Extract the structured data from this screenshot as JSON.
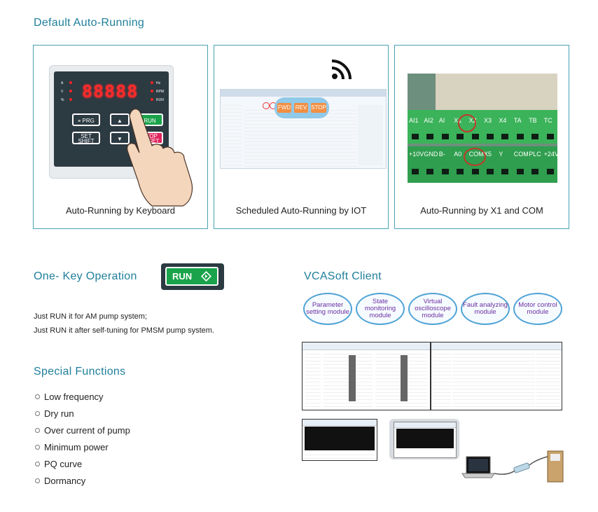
{
  "heading_auto": "Default Auto-Running",
  "panels": [
    {
      "caption": "Auto-Running by Keyboard"
    },
    {
      "caption": "Scheduled Auto-Running by IOT"
    },
    {
      "caption": "Auto-Running by X1 and COM"
    }
  ],
  "keypad": {
    "display": "88888",
    "ind_left": [
      "A",
      "V",
      "%"
    ],
    "ind_right": [
      "Hz",
      "RPM",
      "RUN"
    ],
    "prg": "PRG",
    "run": "RUN",
    "set_top": "SET",
    "set_bottom": "SHIFT",
    "stop_top": "STOP",
    "stop_bottom": "RESET"
  },
  "iot": {
    "buttons": [
      "FWD",
      "REV",
      "STOP"
    ]
  },
  "terminal": {
    "top_row": [
      "AI1",
      "AI2",
      "AI",
      "X1",
      "X2",
      "X3",
      "X4",
      "TA",
      "TB",
      "TC"
    ],
    "bottom_row": [
      "+10V",
      "GND",
      "B-",
      "A0",
      "COM",
      "X5",
      "Y",
      "COM",
      "PLC",
      "+24V"
    ]
  },
  "one_key": {
    "heading": "One- Key Operation",
    "run_label": "RUN",
    "line1": "Just RUN it for AM pump system;",
    "line2": "Just RUN it after self-tuning for PMSM pump system."
  },
  "special": {
    "heading": "Special Functions",
    "items": [
      "Low frequency",
      "Dry run",
      "Over current of pump",
      "Minimum power",
      "PQ curve",
      "Dormancy"
    ]
  },
  "vcasoft": {
    "heading": "VCASoft Client",
    "modules": [
      "Parameter setting module",
      "State monitoring module",
      "Virtual oscilloscope module",
      "Fault analyzing module",
      "Motor control module"
    ]
  },
  "colors": {
    "accent": "#1f7f9b",
    "border": "#4aa3b5",
    "terminal_green": "#3bb35a",
    "run_green": "#1aa34a",
    "stop_red": "#e0245e",
    "module_text": "#6b2fa0"
  }
}
